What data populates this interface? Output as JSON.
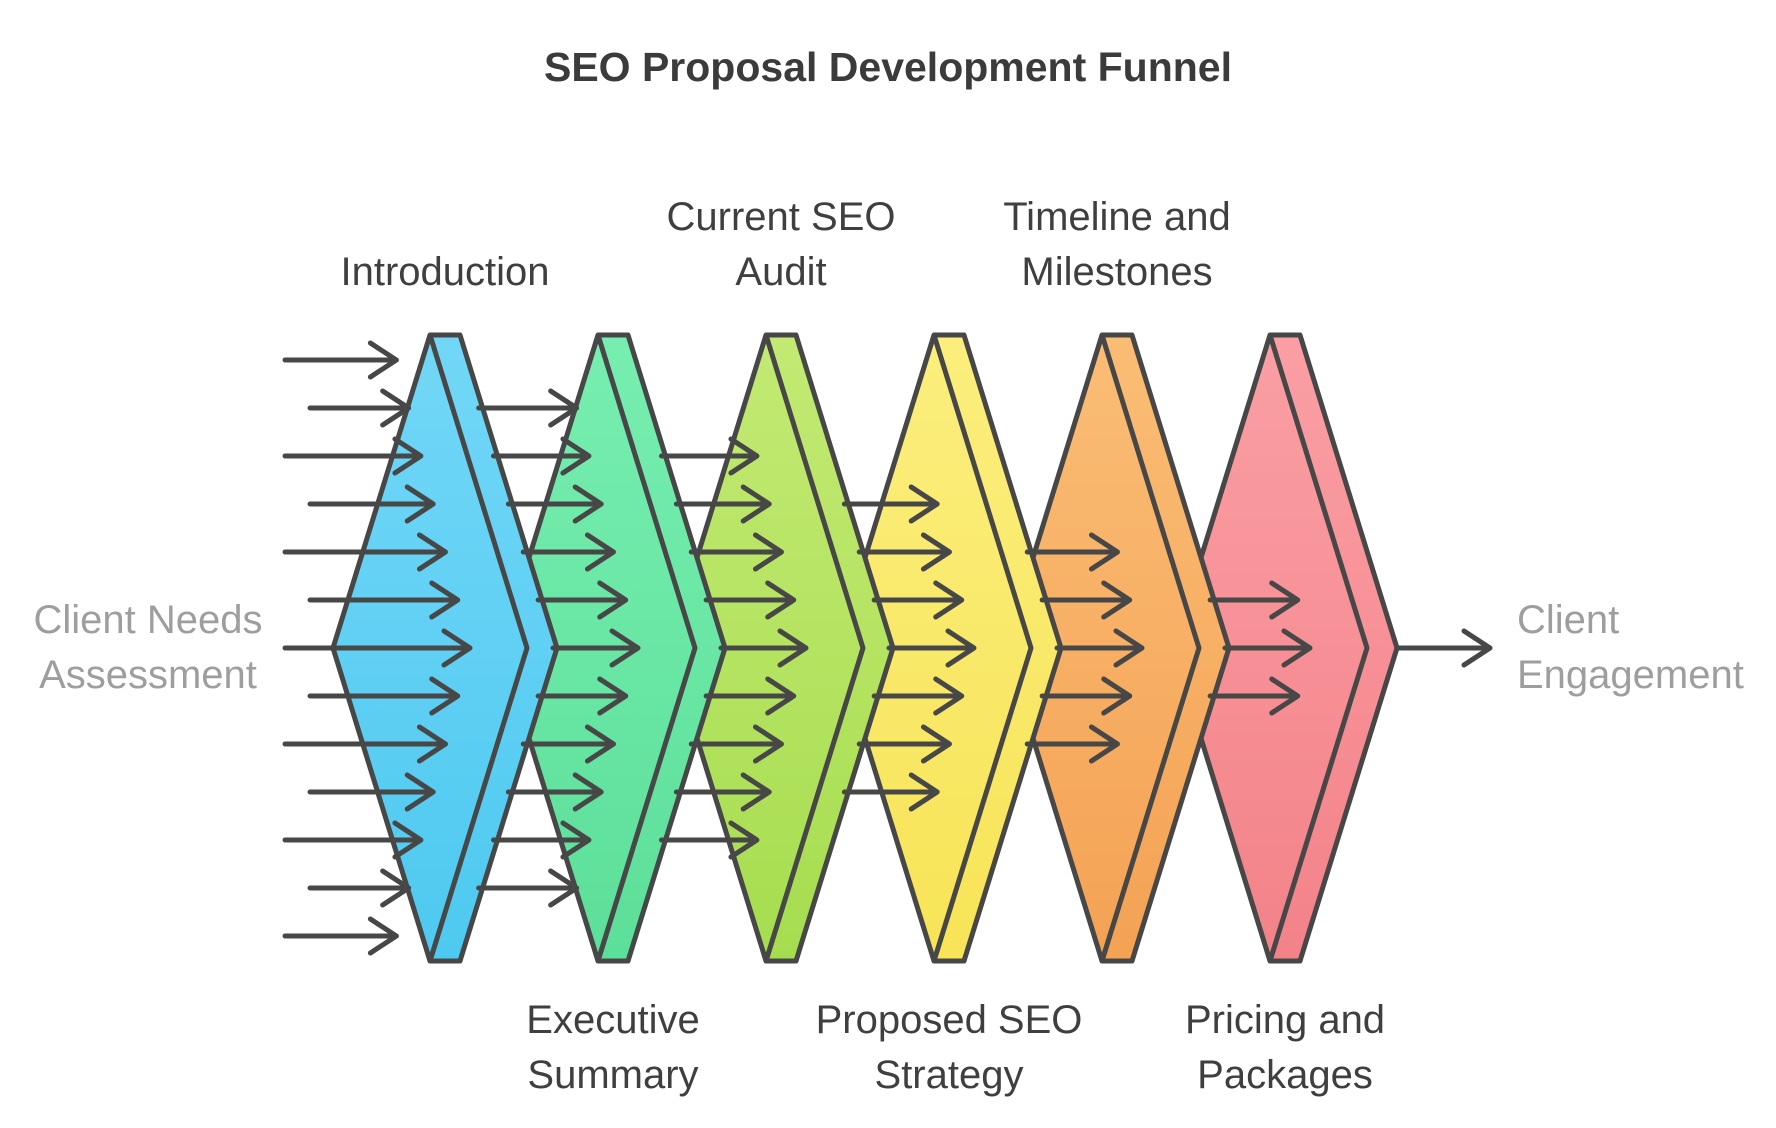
{
  "title": "SEO Proposal Development Funnel",
  "input_label": "Client Needs Assessment",
  "output_label": "Client Engagement",
  "stages": [
    {
      "label": "Introduction",
      "label_position": "top",
      "color_top": "#72d7f7",
      "color_bottom": "#4ec9f0"
    },
    {
      "label": "Executive Summary",
      "label_position": "bottom",
      "color_top": "#77eeb0",
      "color_bottom": "#5cdf99"
    },
    {
      "label": "Current SEO Audit",
      "label_position": "top",
      "color_top": "#c3ea73",
      "color_bottom": "#a6dd4f"
    },
    {
      "label": "Proposed SEO Strategy",
      "label_position": "bottom",
      "color_top": "#fbee7d",
      "color_bottom": "#f7e457"
    },
    {
      "label": "Timeline and Milestones",
      "label_position": "top",
      "color_top": "#fabd75",
      "color_bottom": "#f4a254"
    },
    {
      "label": "Pricing and Packages",
      "label_position": "bottom",
      "color_top": "#fa9fa4",
      "color_bottom": "#f38289"
    }
  ],
  "arrow_counts_per_stage": [
    13,
    11,
    9,
    7,
    5,
    3
  ],
  "output_arrow_count": 1,
  "colors": {
    "outline": "#474747",
    "arrow": "#474747",
    "title_text": "#3b3b3b",
    "stage_text": "#3f3f3f",
    "side_text": "#9e9e9e",
    "background": "#ffffff"
  }
}
